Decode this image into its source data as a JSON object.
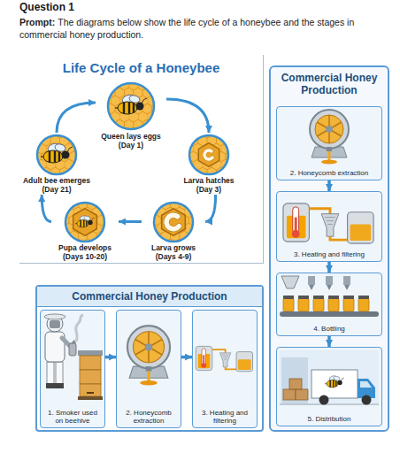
{
  "diagram": {
    "nodes": [
      {
        "text": [
          "Life Cycle of a Honeybee"
        ]
      },
      {
        "text": [
          "Queen lays eggs (Day 1)"
        ],
        "in": 0
      },
      {
        "text": [
          "Larva hatches (Day 3)"
        ],
        "in": 0
      },
      {
        "text": [
          "Larva grows (Days 4-9)"
        ],
        "in": 0
      },
      {
        "text": [
          "Pupa develops (Days 10-20)"
        ],
        "in": 0
      },
      {
        "text": [
          "Adult bee emerges (Day 21)"
        ],
        "in": 0
      },
      {
        "text": [
          "Commercial Honey Production"
        ]
      },
      {
        "text": [
          "2. Honeycomb extraction"
        ],
        "in": 6
      },
      {
        "text": [
          "3. Heating and filtering"
        ],
        "in": 6
      },
      {
        "text": [
          "4. Bottling"
        ],
        "in": 6
      },
      {
        "text": [
          "5. Distribution"
        ],
        "in": 6
      },
      {
        "text": [
          "Commercial Honey Production"
        ]
      },
      {
        "text": [
          "1. Smoker used on beehive"
        ],
        "in": 11
      },
      {
        "text": [
          "2. Honeycomb extraction"
        ],
        "in": 11
      },
      {
        "text": [
          "3. Heating and filtering"
        ],
        "in": 11
      }
    ],
    "edges": [
      {
        "from": 1,
        "to": 2,
        "arrow": "to"
      },
      {
        "from": 2,
        "to": 3,
        "arrow": "to"
      },
      {
        "from": 3,
        "to": 4,
        "arrow": "to"
      },
      {
        "from": 4,
        "to": 5,
        "arrow": "to"
      },
      {
        "from": 5,
        "to": 1,
        "arrow": "to"
      },
      {
        "from": 7,
        "to": 8,
        "arrow": "to"
      },
      {
        "from": 8,
        "to": 9,
        "arrow": "to"
      },
      {
        "from": 9,
        "to": 10,
        "arrow": "to"
      },
      {
        "from": 12,
        "to": 13,
        "arrow": "to"
      },
      {
        "from": 13,
        "to": 14,
        "arrow": "to"
      }
    ],
    "labels": [
      "Question 1",
      "Prompt:",
      "The diagrams below show the life cycle of a honeybee and the stages in commercial honey production."
    ]
  }
}
